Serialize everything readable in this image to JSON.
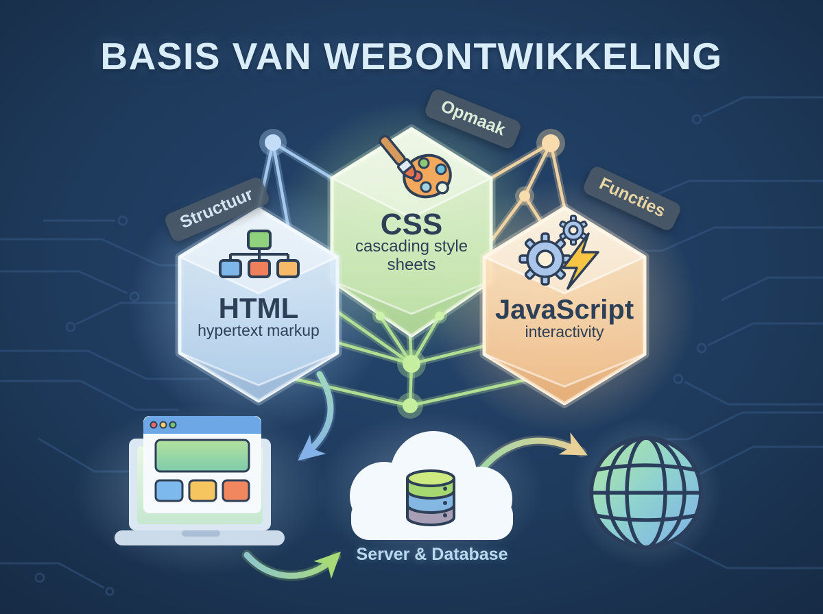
{
  "title": "BASIS VAN WEBONTWIKKELING",
  "hexagons": [
    {
      "badge": "Structuur",
      "name": "HTML",
      "subtitle": "hypertext markup",
      "icon": "sitemap-icon",
      "fill": "#cfe3f5",
      "glow": "#a9d2f6"
    },
    {
      "badge": "Opmaak",
      "name": "CSS",
      "subtitle": "cascading style sheets",
      "icon": "paintbrush-palette-icon",
      "fill": "#d9f0c2",
      "glow": "#bdeb93"
    },
    {
      "badge": "Functies",
      "name": "JavaScript",
      "subtitle": "interactivity",
      "icon": "gears-lightning-icon",
      "fill": "#fbddb0",
      "glow": "#ffd49c"
    }
  ],
  "flow": {
    "laptop": {
      "icon": "laptop-browser-icon"
    },
    "server": {
      "icon": "cloud-database-icon",
      "label": "Server & Database"
    },
    "globe": {
      "icon": "globe-icon"
    },
    "arrows": [
      "curved-arrow-html-to-laptop",
      "curved-arrow-laptop-to-server",
      "curved-arrow-server-to-globe"
    ]
  },
  "colors": {
    "background": "#1e3a5c",
    "title_text": "#d9edf8",
    "hex_text": "#2d4057",
    "badge_bg": "#4c5a68",
    "server_label_text": "#b9d9ec",
    "node_blue": "#c3ddf8",
    "node_orange": "#f9dcae",
    "node_green": "#bce79a"
  }
}
